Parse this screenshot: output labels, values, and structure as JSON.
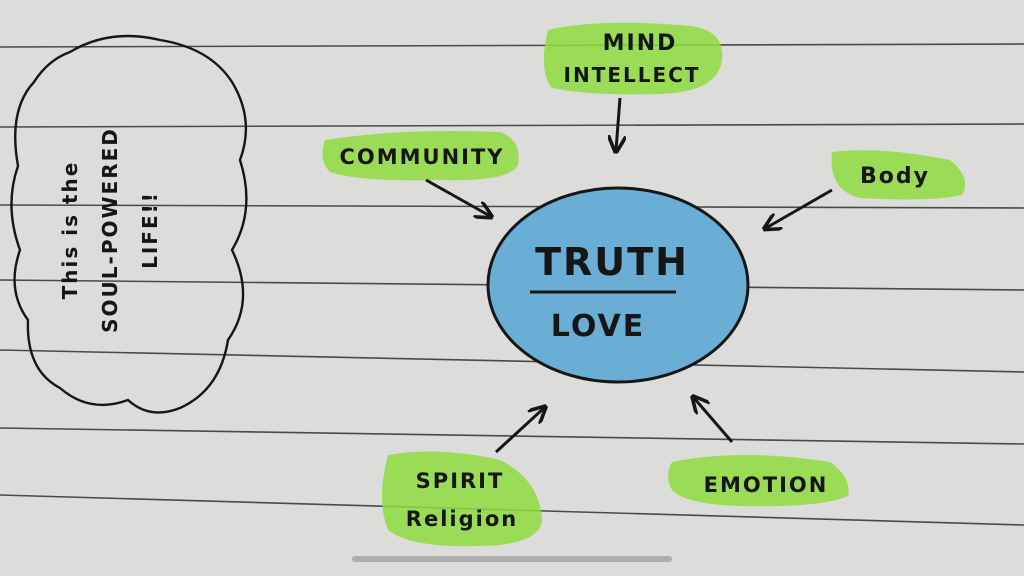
{
  "colors": {
    "paper": "#dcdcda",
    "rule_line": "#4a4a4a",
    "highlighter": "#8fdc3e",
    "truth_circle_fill": "#6aaed6",
    "ink": "#161616"
  },
  "thought_bubble": {
    "lines": [
      "This is the",
      "SOUL-POWERED",
      "LIFE!!"
    ]
  },
  "center": {
    "top_word": "TRUTH",
    "bottom_word": "LOVE"
  },
  "nodes": {
    "mind": {
      "line1": "MIND",
      "line2": "INTELLECT"
    },
    "community": {
      "label": "COMMUNITY"
    },
    "body": {
      "label": "Body"
    },
    "spirit": {
      "line1": "SPIRIT",
      "line2": "Religion"
    },
    "emotion": {
      "label": "EMOTION"
    }
  },
  "icons": {
    "arrow": "arrow-icon"
  }
}
